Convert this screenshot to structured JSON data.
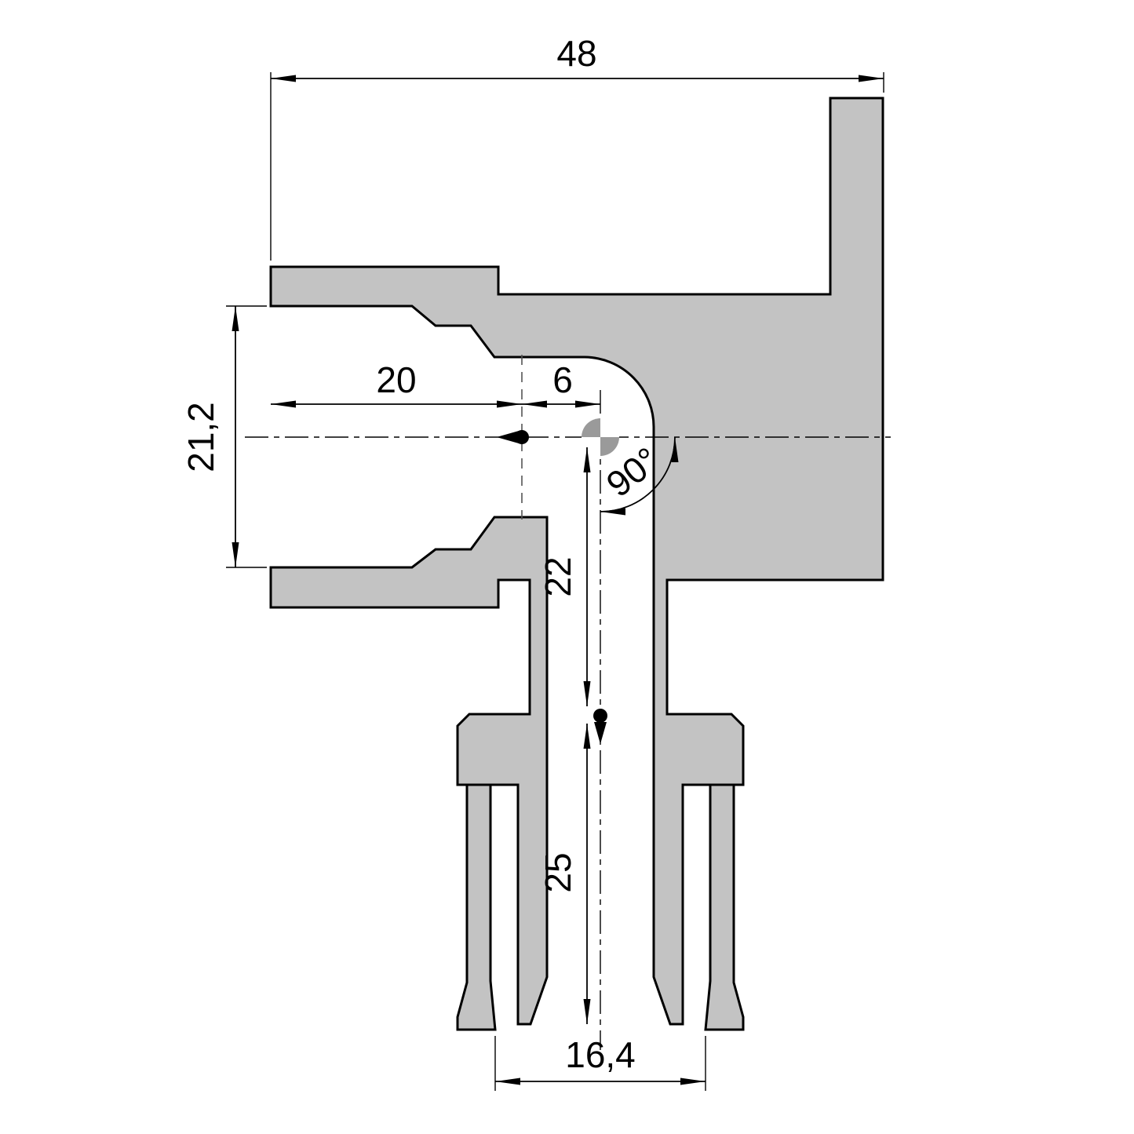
{
  "drawing": {
    "kind": "technical-section-drawing",
    "part_fill": "#c3c3c3",
    "line_color": "#000000",
    "dim_labels": {
      "overall_width": "48",
      "socket_bore": "21,2",
      "socket_depth": "20",
      "shoulder_to_axis": "6",
      "branch_angle": "90°",
      "axis_to_collar": "22",
      "insert_depth": "25",
      "outlet_bore": "16,4"
    }
  }
}
